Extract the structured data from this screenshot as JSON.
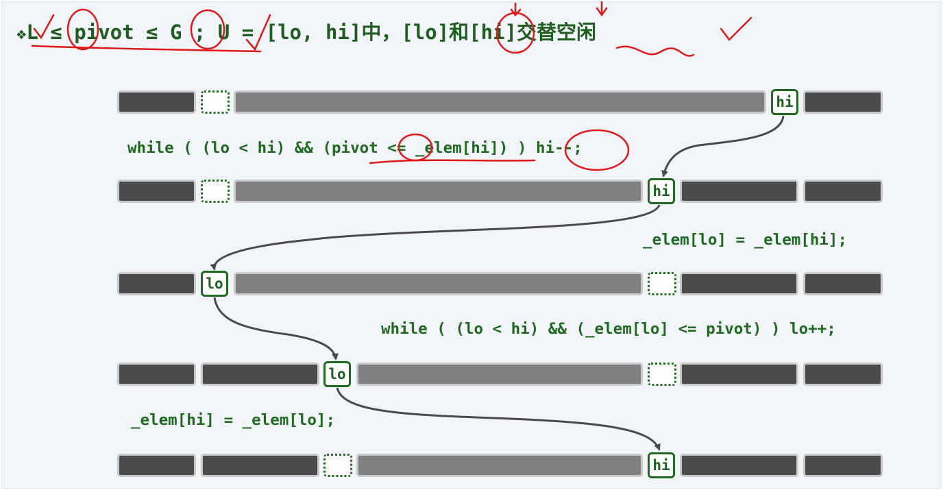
{
  "title": {
    "bullet": "❖",
    "text": "L ≤ pivot ≤ G ; U = [lo, hi]中，[lo]和[hi]交替空闲"
  },
  "code": {
    "line1": "while ( (lo < hi) && (pivot <= _elem[hi]) ) hi--;",
    "line2": "_elem[lo] = _elem[hi];",
    "line3": "while ( (lo < hi) && (_elem[lo] <= pivot) ) lo++;",
    "line4": "_elem[hi] = _elem[lo];"
  },
  "pointers": {
    "row1": "hi",
    "row2": "hi",
    "row3": "lo",
    "row4": "lo",
    "row5": "hi"
  },
  "colors": {
    "text_green": "#1e5e1e",
    "annotation_red": "#e01818",
    "segment_dark": "#4a4a4a",
    "segment_mid": "#808080"
  }
}
